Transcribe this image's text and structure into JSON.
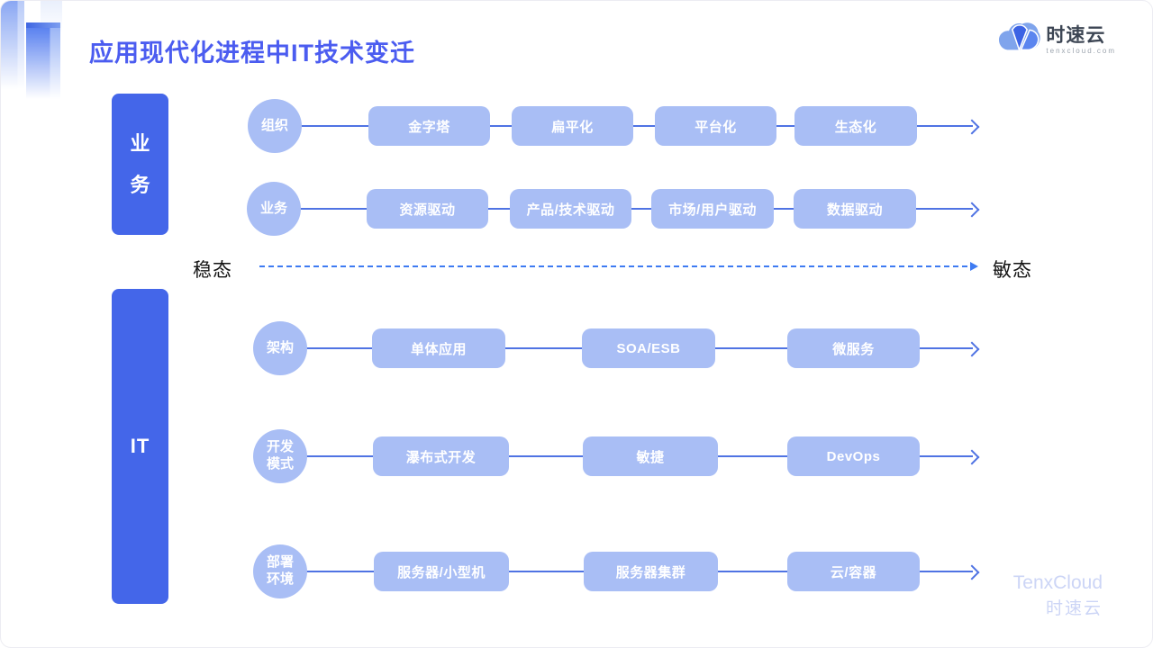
{
  "title": "应用现代化进程中IT技术变迁",
  "logo": {
    "name": "时速云",
    "domain": "tenxcloud.com",
    "icon": "cloud-icon"
  },
  "side_bars": [
    {
      "label": "业务"
    },
    {
      "label": "IT"
    }
  ],
  "rows": [
    {
      "category": "组织",
      "items": [
        "金字塔",
        "扁平化",
        "平台化",
        "生态化"
      ]
    },
    {
      "category": "业务",
      "items": [
        "资源驱动",
        "产品/技术驱动",
        "市场/用户驱动",
        "数据驱动"
      ]
    },
    {
      "category": "架构",
      "items": [
        "单体应用",
        "SOA/ESB",
        "微服务"
      ]
    },
    {
      "category": "开发模式",
      "items": [
        "瀑布式开发",
        "敏捷",
        "DevOps"
      ]
    },
    {
      "category": "部署环境",
      "items": [
        "服务器/小型机",
        "服务器集群",
        "云/容器"
      ]
    }
  ],
  "divider": {
    "left_label": "稳态",
    "right_label": "敏态"
  },
  "watermark": {
    "line1": "TenxCloud",
    "line2": "时速云"
  },
  "colors": {
    "title": "#4b5cf0",
    "node_fill": "#a9bef5",
    "node_text": "#ffffff",
    "sidebar_fill": "#4466e9",
    "connector": "#4f73e3",
    "dashed_line": "#3e7bf2",
    "divider_text": "#141414",
    "watermark": "#ccd5f6"
  }
}
